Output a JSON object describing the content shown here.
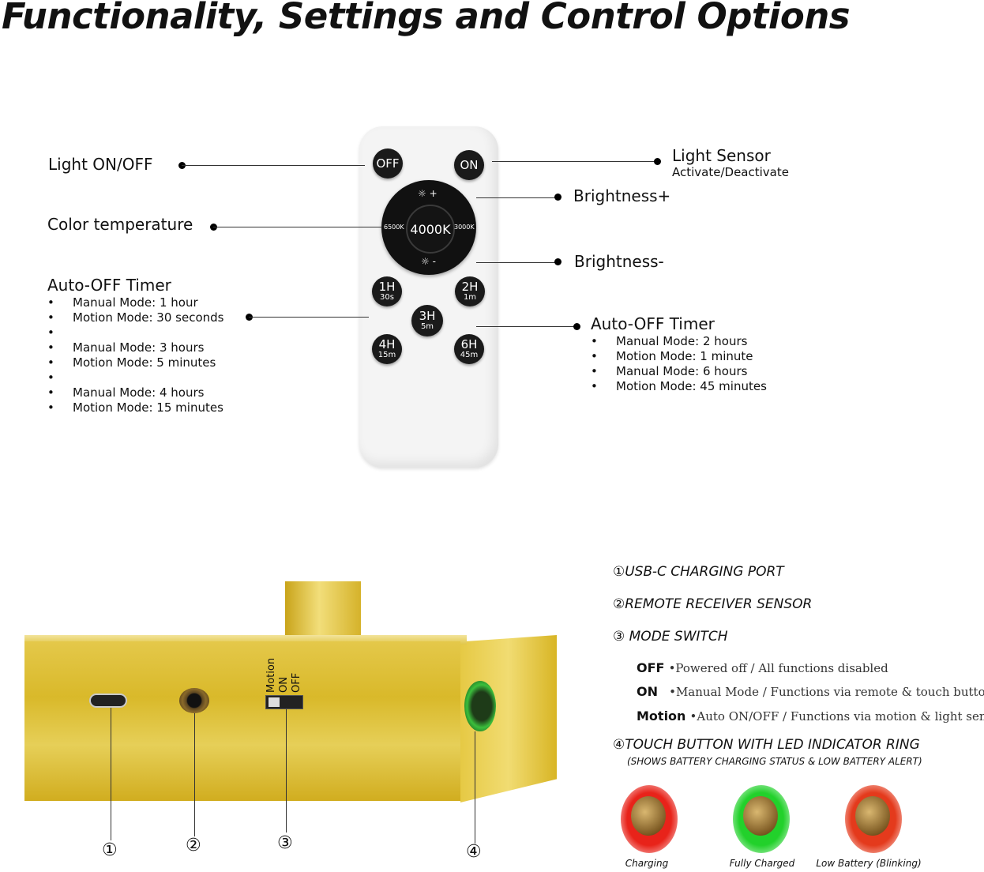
{
  "title": "Functionality, Settings and Control Options",
  "remote": {
    "off_button": "OFF",
    "on_button": "ON",
    "brightness_plus": "☼ +",
    "brightness_minus": "☼ -",
    "temp_center": "4000K",
    "temp_left": "6500K",
    "temp_right": "3000K",
    "timers": [
      {
        "big": "1H",
        "small": "30s"
      },
      {
        "big": "2H",
        "small": "1m"
      },
      {
        "big": "3H",
        "small": "5m"
      },
      {
        "big": "4H",
        "small": "15m"
      },
      {
        "big": "6H",
        "small": "45m"
      }
    ]
  },
  "callouts": {
    "light_onoff": "Light ON/OFF",
    "color_temp": "Color temperature",
    "light_sensor": "Light Sensor",
    "light_sensor_sub": "Activate/Deactivate",
    "brightness_plus": "Brightness+",
    "brightness_minus": "Brightness-",
    "timer_left": {
      "title": "Auto-OFF Timer",
      "items": [
        "Manual Mode: 1 hour",
        "Motion Mode: 30 seconds",
        "",
        "Manual Mode: 3 hours",
        "Motion Mode: 5 minutes",
        "",
        "Manual Mode: 4 hours",
        "Motion Mode: 15 minutes"
      ]
    },
    "timer_right": {
      "title": "Auto-OFF Timer",
      "items": [
        "Manual Mode: 2 hours",
        "Motion Mode: 1 minute",
        "Manual Mode: 6 hours",
        "Motion Mode: 45 minutes"
      ]
    }
  },
  "base": {
    "switch_labels": [
      "Motion",
      "ON",
      "OFF"
    ],
    "numbers": [
      "①",
      "②",
      "③",
      "④"
    ]
  },
  "features": {
    "f1": "①USB-C CHARGING PORT",
    "f2": "②REMOTE RECEIVER SENSOR",
    "f3": "③ MODE SWITCH",
    "modes": [
      {
        "key": "OFF",
        "desc": "•Powered off / All functions disabled"
      },
      {
        "key": "ON",
        "desc": "•Manual Mode / Functions via remote & touch button"
      },
      {
        "key": "Motion",
        "desc": "•Auto ON/OFF / Functions via motion & light sensors"
      }
    ],
    "f4": "④TOUCH BUTTON WITH LED INDICATOR RING",
    "f4_sub": "(SHOWS BATTERY CHARGING STATUS & LOW BATTERY ALERT)",
    "indicators": [
      {
        "label": "Charging",
        "color": "#e8231a"
      },
      {
        "label": "Fully Charged",
        "color": "#22d12b"
      },
      {
        "label": "Low Battery (Blinking)",
        "color": "#e43a1c"
      }
    ]
  }
}
